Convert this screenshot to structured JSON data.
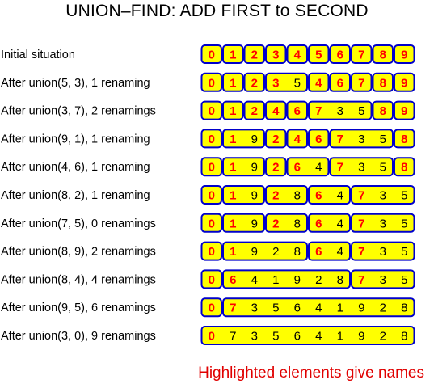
{
  "title": "UNION–FIND: ADD FIRST to SECOND",
  "caption": "Highlighted elements give names",
  "colors": {
    "fill": "#ffff00",
    "border": "#0000cc",
    "highlight_text": "#ff0000",
    "text": "#000000"
  },
  "rows": [
    {
      "label": "Initial situation",
      "sets": [
        [
          "0"
        ],
        [
          "1"
        ],
        [
          "2"
        ],
        [
          "3"
        ],
        [
          "4"
        ],
        [
          "5"
        ],
        [
          "6"
        ],
        [
          "7"
        ],
        [
          "8"
        ],
        [
          "9"
        ]
      ]
    },
    {
      "label": "After union(5, 3), 1 renaming",
      "sets": [
        [
          "0"
        ],
        [
          "1"
        ],
        [
          "2"
        ],
        [
          "3",
          "5"
        ],
        [
          "4"
        ],
        [
          "6"
        ],
        [
          "7"
        ],
        [
          "8"
        ],
        [
          "9"
        ]
      ]
    },
    {
      "label": "After union(3, 7), 2 renamings",
      "sets": [
        [
          "0"
        ],
        [
          "1"
        ],
        [
          "2"
        ],
        [
          "4"
        ],
        [
          "6"
        ],
        [
          "7",
          "3",
          "5"
        ],
        [
          "8"
        ],
        [
          "9"
        ]
      ]
    },
    {
      "label": "After union(9, 1), 1 renaming",
      "sets": [
        [
          "0"
        ],
        [
          "1",
          "9"
        ],
        [
          "2"
        ],
        [
          "4"
        ],
        [
          "6"
        ],
        [
          "7",
          "3",
          "5"
        ],
        [
          "8"
        ]
      ]
    },
    {
      "label": "After union(4, 6), 1 renaming",
      "sets": [
        [
          "0"
        ],
        [
          "1",
          "9"
        ],
        [
          "2"
        ],
        [
          "6",
          "4"
        ],
        [
          "7",
          "3",
          "5"
        ],
        [
          "8"
        ]
      ]
    },
    {
      "label": "After union(8, 2), 1 renaming",
      "sets": [
        [
          "0"
        ],
        [
          "1",
          "9"
        ],
        [
          "2",
          "8"
        ],
        [
          "6",
          "4"
        ],
        [
          "7",
          "3",
          "5"
        ]
      ]
    },
    {
      "label": "After union(7, 5), 0 renamings",
      "sets": [
        [
          "0"
        ],
        [
          "1",
          "9"
        ],
        [
          "2",
          "8"
        ],
        [
          "6",
          "4"
        ],
        [
          "7",
          "3",
          "5"
        ]
      ]
    },
    {
      "label": "After union(8, 9), 2 renamings",
      "sets": [
        [
          "0"
        ],
        [
          "1",
          "9",
          "2",
          "8"
        ],
        [
          "6",
          "4"
        ],
        [
          "7",
          "3",
          "5"
        ]
      ]
    },
    {
      "label": "After union(8, 4), 4 renamings",
      "sets": [
        [
          "0"
        ],
        [
          "6",
          "4",
          "1",
          "9",
          "2",
          "8"
        ],
        [
          "7",
          "3",
          "5"
        ]
      ]
    },
    {
      "label": "After union(9, 5), 6 renamings",
      "sets": [
        [
          "0"
        ],
        [
          "7",
          "3",
          "5",
          "6",
          "4",
          "1",
          "9",
          "2",
          "8"
        ]
      ]
    },
    {
      "label": "After union(3, 0), 9 renamings",
      "sets": [
        [
          "0",
          "7",
          "3",
          "5",
          "6",
          "4",
          "1",
          "9",
          "2",
          "8"
        ]
      ]
    }
  ]
}
